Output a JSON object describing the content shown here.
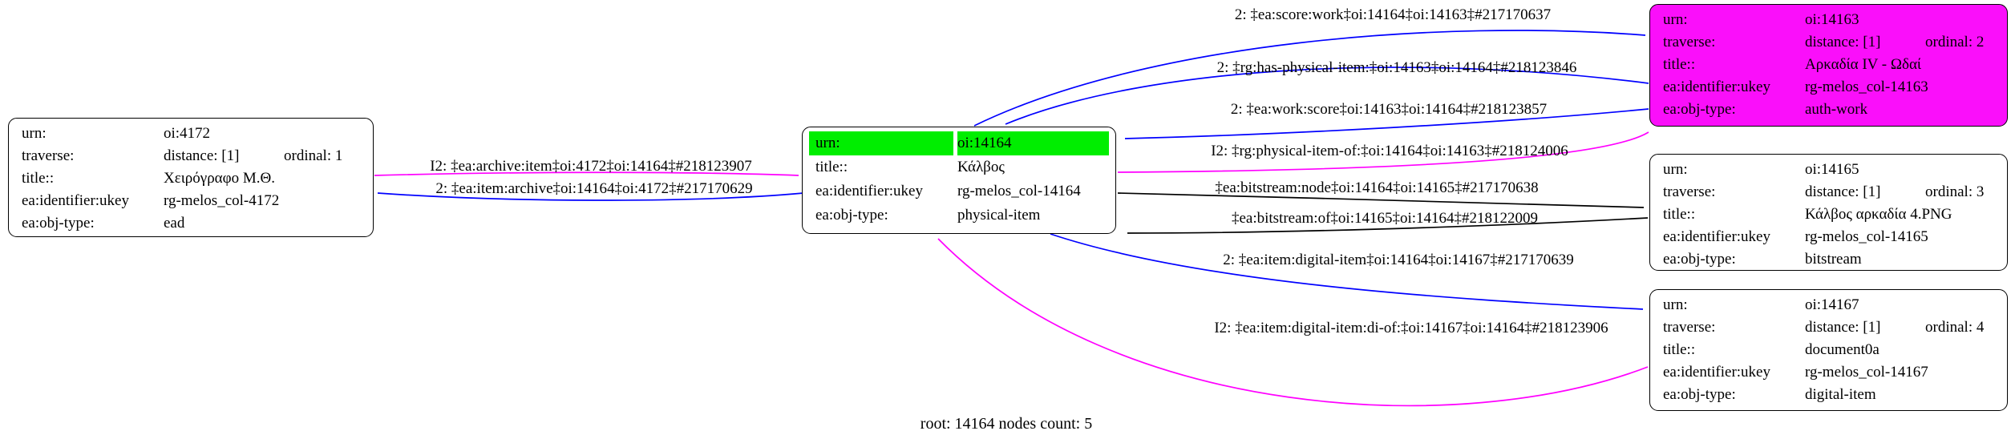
{
  "caption": "root: 14164 nodes count: 5",
  "colors": {
    "edge_blue": "#0000ff",
    "edge_magenta": "#ff00ff",
    "edge_black": "#000000",
    "highlight_green": "#00ee00",
    "magenta_node_fill": "#fa0ffa",
    "node_border": "#000000",
    "background": "#ffffff"
  },
  "nodes": [
    {
      "id": "oi:4172",
      "rows": [
        {
          "label": "urn:",
          "value": "oi:4172"
        },
        {
          "label": "traverse:",
          "distance": "distance: [1]",
          "ordinal": "ordinal: 1"
        },
        {
          "label": "title::",
          "value": "Χειρόγραφο Μ.Θ."
        },
        {
          "label": "ea:identifier:ukey",
          "value": "rg-melos_col-4172"
        },
        {
          "label": "ea:obj-type:",
          "value": "ead"
        }
      ]
    },
    {
      "id": "oi:14164",
      "highlighted": true,
      "rows": [
        {
          "label": "urn:",
          "value": "oi:14164"
        },
        {
          "label": "title::",
          "value": "Κάλβος"
        },
        {
          "label": "ea:identifier:ukey",
          "value": "rg-melos_col-14164"
        },
        {
          "label": "ea:obj-type:",
          "value": "physical-item"
        }
      ]
    },
    {
      "id": "oi:14163",
      "rows": [
        {
          "label": "urn:",
          "value": "oi:14163"
        },
        {
          "label": "traverse:",
          "distance": "distance: [1]",
          "ordinal": "ordinal: 2"
        },
        {
          "label": "title::",
          "value": "Αρκαδία IV - Ωδαί"
        },
        {
          "label": "ea:identifier:ukey",
          "value": "rg-melos_col-14163"
        },
        {
          "label": "ea:obj-type:",
          "value": "auth-work"
        }
      ]
    },
    {
      "id": "oi:14165",
      "rows": [
        {
          "label": "urn:",
          "value": "oi:14165"
        },
        {
          "label": "traverse:",
          "distance": "distance: [1]",
          "ordinal": "ordinal: 3"
        },
        {
          "label": "title::",
          "value": "Κάλβος αρκαδία 4.PNG"
        },
        {
          "label": "ea:identifier:ukey",
          "value": "rg-melos_col-14165"
        },
        {
          "label": "ea:obj-type:",
          "value": "bitstream"
        }
      ]
    },
    {
      "id": "oi:14167",
      "rows": [
        {
          "label": "urn:",
          "value": "oi:14167"
        },
        {
          "label": "traverse:",
          "distance": "distance: [1]",
          "ordinal": "ordinal: 4"
        },
        {
          "label": "title::",
          "value": "document0a"
        },
        {
          "label": "ea:identifier:ukey",
          "value": "rg-melos_col-14167"
        },
        {
          "label": "ea:obj-type:",
          "value": "digital-item"
        }
      ]
    }
  ],
  "edges": [
    {
      "label": "2: ‡ea:score:work‡oi:14164‡oi:14163‡#217170637",
      "color": "#0000ff",
      "from": "oi:14164",
      "to": "oi:14163"
    },
    {
      "label": "2: ‡rg:has-physical-item:‡oi:14163‡oi:14164‡#218123846",
      "color": "#0000ff",
      "from": "oi:14163",
      "to": "oi:14164"
    },
    {
      "label": "2: ‡ea:work:score‡oi:14163‡oi:14164‡#218123857",
      "color": "#0000ff",
      "from": "oi:14163",
      "to": "oi:14164"
    },
    {
      "label": "I2: ‡rg:physical-item-of:‡oi:14164‡oi:14163‡#218124006",
      "color": "#ff00ff",
      "from": "oi:14164",
      "to": "oi:14163"
    },
    {
      "label": "‡ea:bitstream:node‡oi:14164‡oi:14165‡#217170638",
      "color": "#000000",
      "from": "oi:14164",
      "to": "oi:14165"
    },
    {
      "label": "‡ea:bitstream:of‡oi:14165‡oi:14164‡#218122009",
      "color": "#000000",
      "from": "oi:14165",
      "to": "oi:14164"
    },
    {
      "label": "2: ‡ea:item:digital-item‡oi:14164‡oi:14167‡#217170639",
      "color": "#0000ff",
      "from": "oi:14164",
      "to": "oi:14167"
    },
    {
      "label": "I2: ‡ea:item:digital-item:di-of:‡oi:14167‡oi:14164‡#218123906",
      "color": "#ff00ff",
      "from": "oi:14167",
      "to": "oi:14164"
    },
    {
      "label": "I2: ‡ea:archive:item‡oi:4172‡oi:14164‡#218123907",
      "color": "#ff00ff",
      "from": "oi:4172",
      "to": "oi:14164"
    },
    {
      "label": "2: ‡ea:item:archive‡oi:14164‡oi:4172‡#217170629",
      "color": "#0000ff",
      "from": "oi:14164",
      "to": "oi:4172"
    }
  ]
}
